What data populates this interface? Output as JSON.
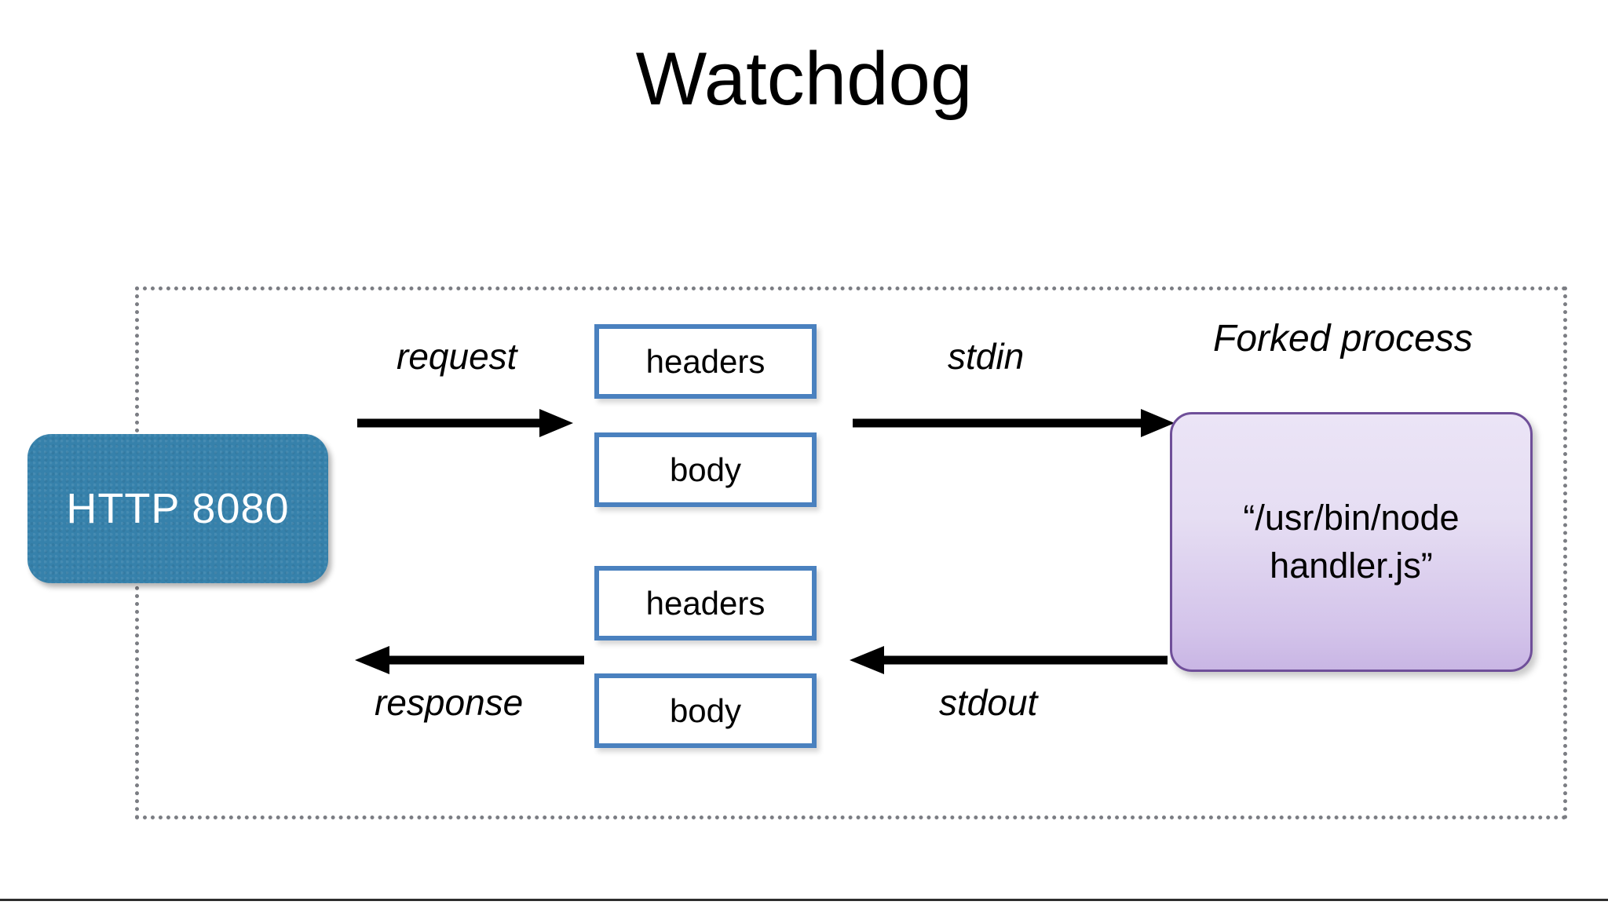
{
  "slide": {
    "title": "Watchdog",
    "background_color": "#ffffff"
  },
  "boundary": {
    "name": "watchdog-boundary",
    "border_style": "dotted",
    "border_color": "#7b7d83"
  },
  "http_endpoint": {
    "label": "HTTP 8080",
    "fill_color": "#3681ab",
    "text_color": "#ffffff"
  },
  "request_flow": {
    "arrow_label": "request",
    "stream_label": "stdin",
    "payload": [
      {
        "label": "headers"
      },
      {
        "label": "body"
      }
    ]
  },
  "response_flow": {
    "arrow_label": "response",
    "stream_label": "stdout",
    "payload": [
      {
        "label": "headers"
      },
      {
        "label": "body"
      }
    ]
  },
  "forked_process": {
    "caption": "Forked process",
    "command": "“/usr/bin/node\nhandler.js”",
    "fill_color_top": "#ebe4f6",
    "fill_color_bottom": "#c9b6e4",
    "border_color": "#6f4f99"
  },
  "payload_box_style": {
    "border_color": "#4a81bf",
    "fill_color": "#ffffff"
  },
  "arrow_color": "#000000"
}
